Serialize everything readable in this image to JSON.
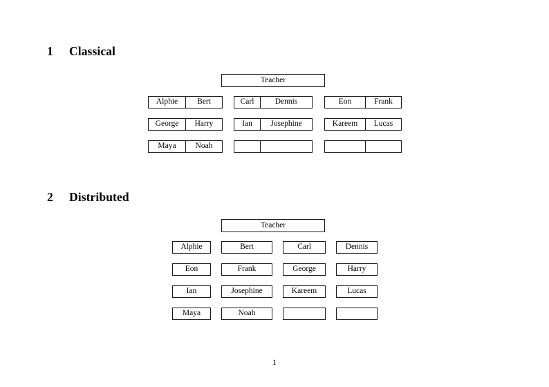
{
  "document": {
    "page_number": "1"
  },
  "sections": [
    {
      "number": "1",
      "title": "Classical",
      "teacher_label": "Teacher",
      "groups": [
        {
          "name": "group-1",
          "rows": [
            [
              "Alphie",
              "Bert"
            ],
            [
              "George",
              "Harry"
            ],
            [
              "Maya",
              "Noah"
            ]
          ]
        },
        {
          "name": "group-2",
          "rows": [
            [
              "Carl",
              "Dennis"
            ],
            [
              "Ian",
              "Josephine"
            ],
            [
              "",
              ""
            ]
          ]
        },
        {
          "name": "group-3",
          "rows": [
            [
              "Eon",
              "Frank"
            ],
            [
              "Kareem",
              "Lucas"
            ],
            [
              "",
              ""
            ]
          ]
        }
      ]
    },
    {
      "number": "2",
      "title": "Distributed",
      "teacher_label": "Teacher",
      "rows": [
        [
          "Alphie",
          "Bert",
          "Carl",
          "Dennis"
        ],
        [
          "Eon",
          "Frank",
          "George",
          "Harry"
        ],
        [
          "Ian",
          "Josephine",
          "Kareem",
          "Lucas"
        ],
        [
          "Maya",
          "Noah",
          "",
          ""
        ]
      ]
    }
  ]
}
